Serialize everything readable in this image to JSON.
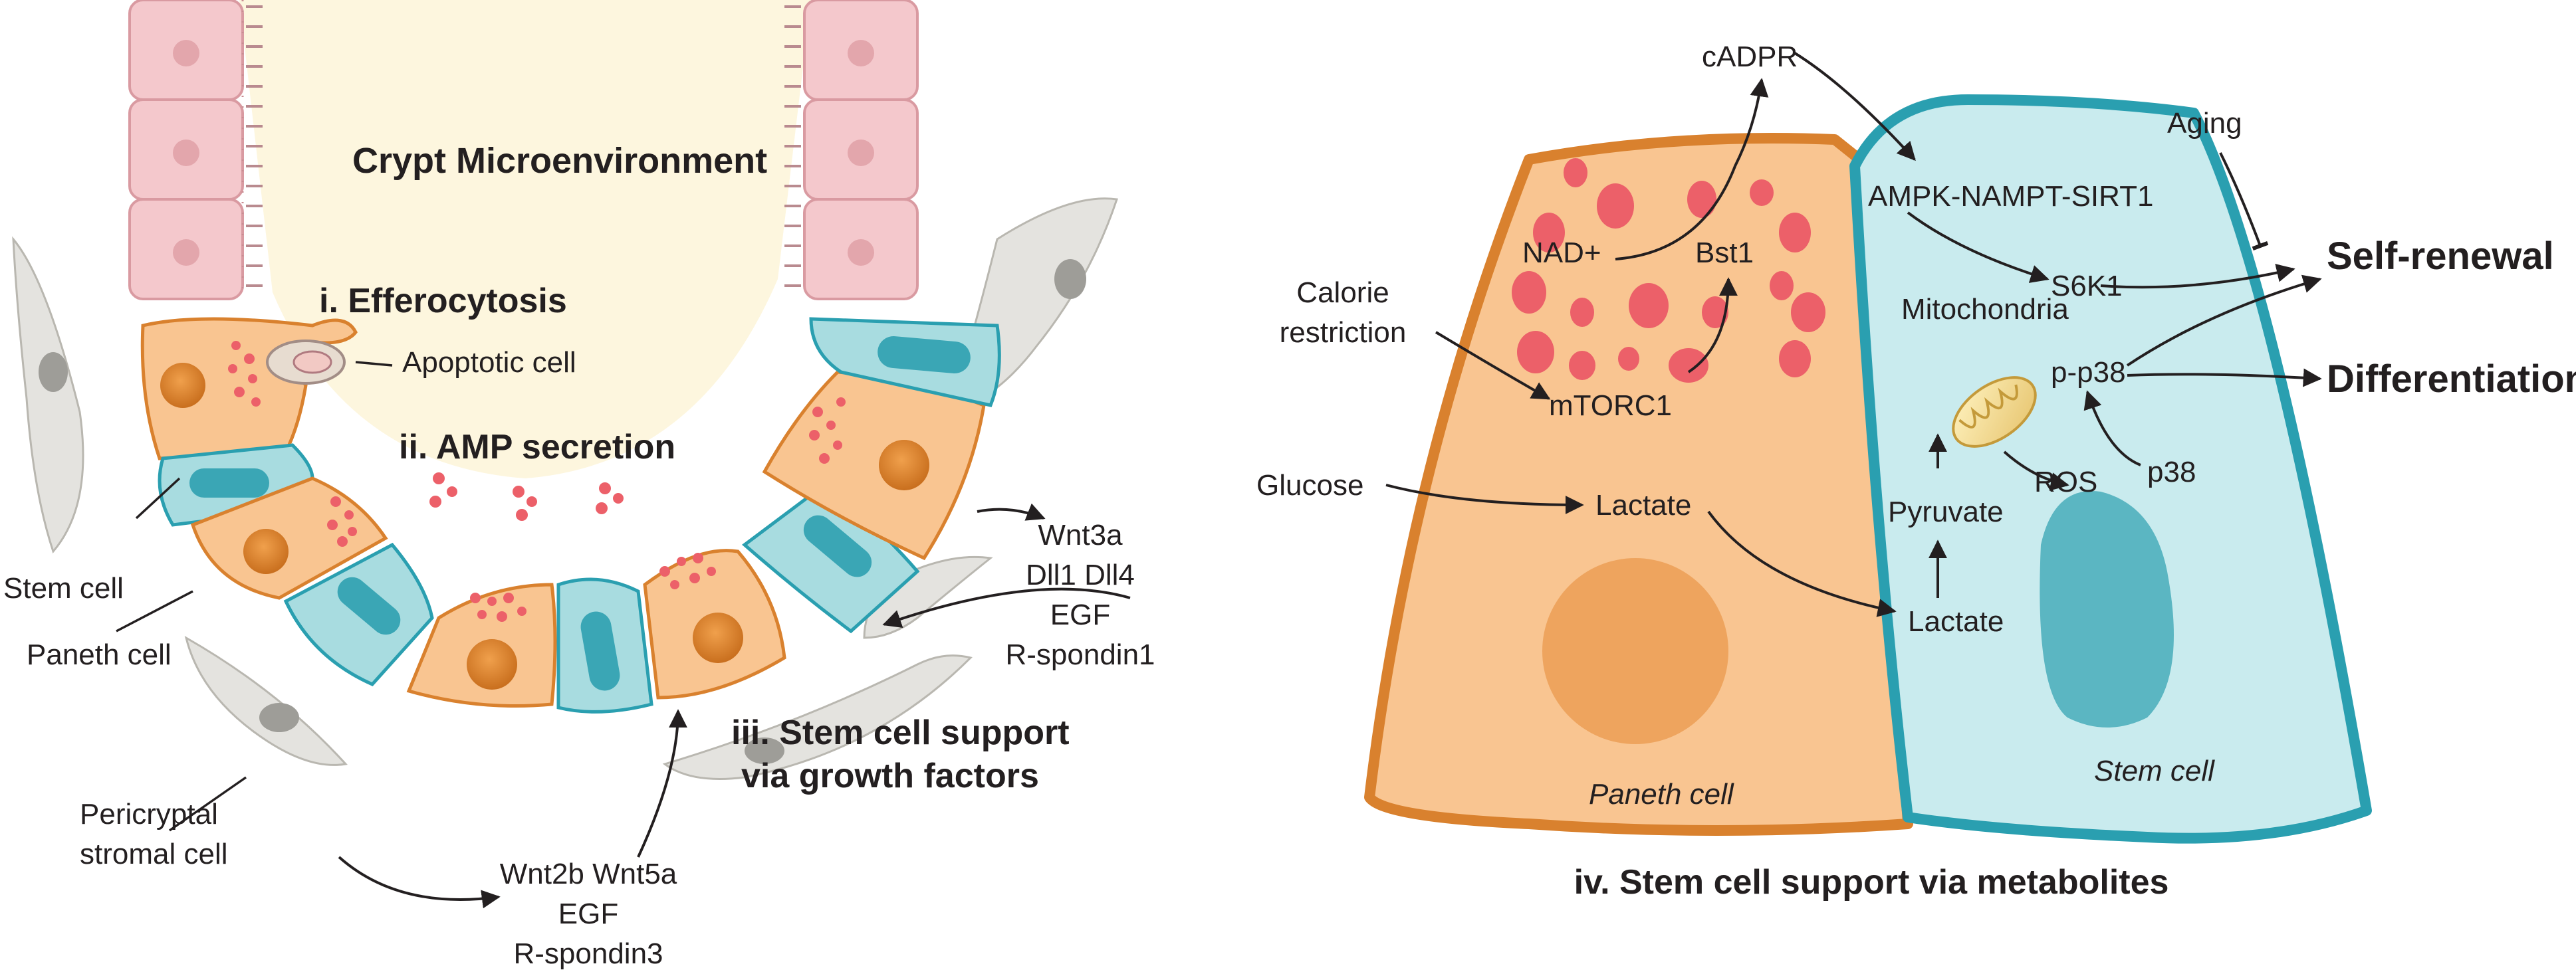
{
  "left_panel": {
    "title": "Crypt Microenvironment",
    "efferocytosis": "i. Efferocytosis",
    "apoptotic_cell": "Apoptotic cell",
    "amp_secretion": "ii. AMP secretion",
    "stem_support_line1": "iii. Stem cell support",
    "stem_support_line2": "via growth factors",
    "stem_cell": "Stem cell",
    "paneth_cell": "Paneth cell",
    "stromal_line1": "Pericryptal",
    "stromal_line2": "stromal cell",
    "factors_right": [
      "Wnt3a",
      "Dll1 Dll4",
      "EGF",
      "R-spondin1"
    ],
    "factors_bottom": [
      "Wnt2b Wnt5a",
      "EGF",
      "R-spondin3"
    ]
  },
  "right_panel": {
    "caption": "iv. Stem cell support via metabolites",
    "paneth_cell": "Paneth cell",
    "stem_cell": "Stem cell",
    "cadpr": "cADPR",
    "nad": "NAD+",
    "bst1": "Bst1",
    "calorie_line1": "Calorie",
    "calorie_line2": "restriction",
    "mtorc1": "mTORC1",
    "glucose": "Glucose",
    "lactate_paneth": "Lactate",
    "lactate_stem": "Lactate",
    "ampk": "AMPK-NAMPT-SIRT1",
    "s6k1": "S6K1",
    "mitochondria": "Mitochondria",
    "pp38": "p-p38",
    "ros": "ROS",
    "p38": "p38",
    "pyruvate": "Pyruvate",
    "aging": "Aging",
    "self_renewal": "Self-renewal",
    "differentiation": "Differentiation"
  },
  "colors": {
    "paneth_fill": "#f9c591",
    "paneth_border": "#d9812e",
    "stem_fill": "#a8dce0",
    "stem_border": "#2a9fb0",
    "stem_nucleus": "#3aa6b5",
    "granule": "#ec6069",
    "epithelium": "#f4c8cc",
    "lumen": "#fdf6de",
    "stromal": "#e4e3df"
  }
}
